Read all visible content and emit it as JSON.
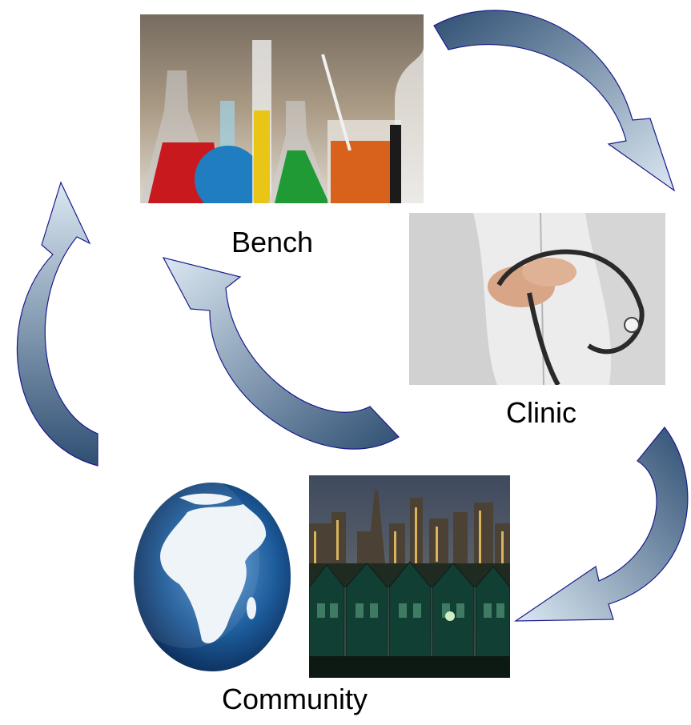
{
  "labels": {
    "bench": "Bench",
    "clinic": "Clinic",
    "community": "Community"
  },
  "colors": {
    "arrow_dark": "#2f4f73",
    "arrow_light": "#dbe8f2",
    "arrow_outline": "#1a1a8c"
  }
}
